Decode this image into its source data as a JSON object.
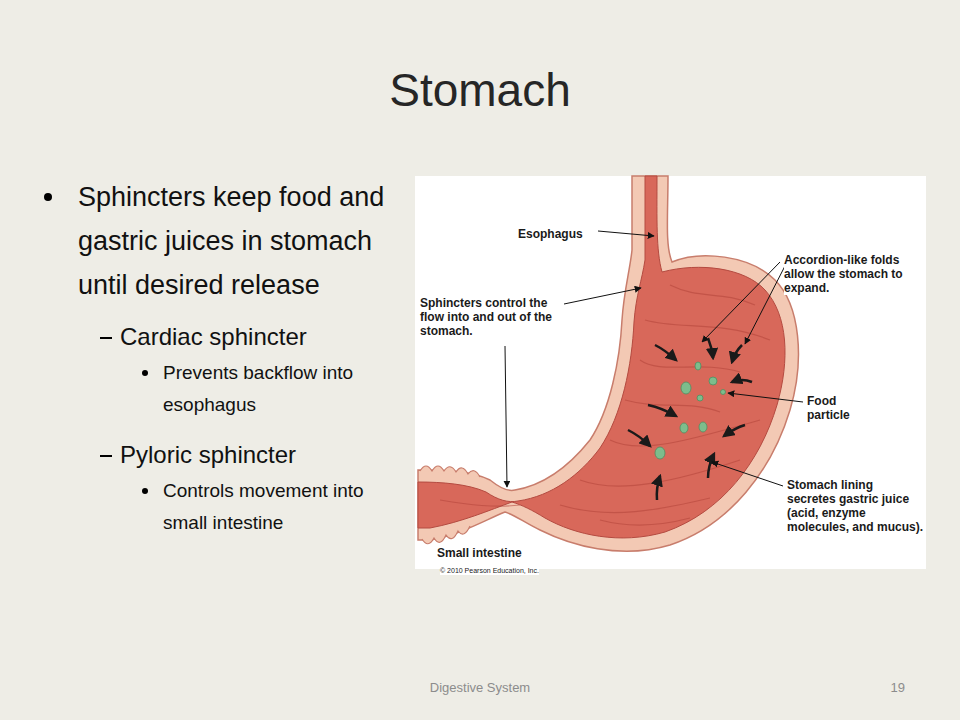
{
  "diagram": {
    "title": "Stomach",
    "labels": [
      "Sphincters keep food and gastric juices in stomach until desired release",
      "Cardiac sphincter",
      "Prevents backflow into esophagus",
      "Pyloric sphincter",
      "Controls movement into small intestine",
      "Esophagus",
      "Accordion-like folds allow the stomach to expand.",
      "Sphincters control the flow into and out of the stomach.",
      "Food particle",
      "Stomach lining secretes gastric juice (acid, enzyme molecules, and mucus).",
      "Small intestine",
      "© 2010 Pearson Education, Inc.",
      "Digestive System",
      "19"
    ]
  }
}
